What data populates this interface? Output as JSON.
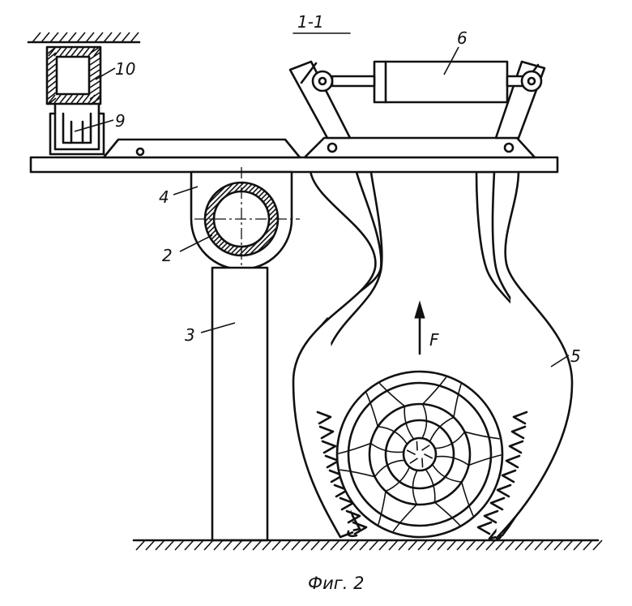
{
  "section_label": "1-1",
  "caption": "Фиг. 2",
  "parts": {
    "p2": "2",
    "p3": "3",
    "p4": "4",
    "p5": "5",
    "p6": "6",
    "p9": "9",
    "p10": "10"
  },
  "force_label": "F"
}
